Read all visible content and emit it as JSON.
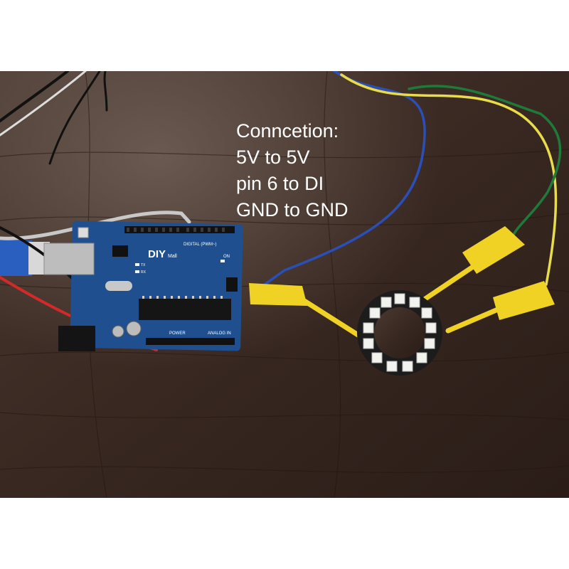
{
  "board_brand": "DIY",
  "board_brand_suffix": "Mall",
  "board_labels": {
    "digital": "DIGITAL (PWM~)",
    "power": "POWER",
    "analog": "ANALOG IN",
    "on": "ON",
    "tx": "TX",
    "rx": "RX"
  },
  "caption": {
    "lines": [
      "Conncetion:",
      "5V to 5V",
      "pin 6 to DI",
      "GND to GND"
    ]
  },
  "colors": {
    "table": "#3a2a22",
    "board": "#1f4f8f",
    "clip": "#f0d225",
    "wire_blue": "#2a4fb8",
    "wire_yellow": "#e8dc4a",
    "wire_green": "#1f7a3a",
    "wire_red": "#d02a2a",
    "ring": "#1c1c1c",
    "led": "#f2f2ee"
  }
}
